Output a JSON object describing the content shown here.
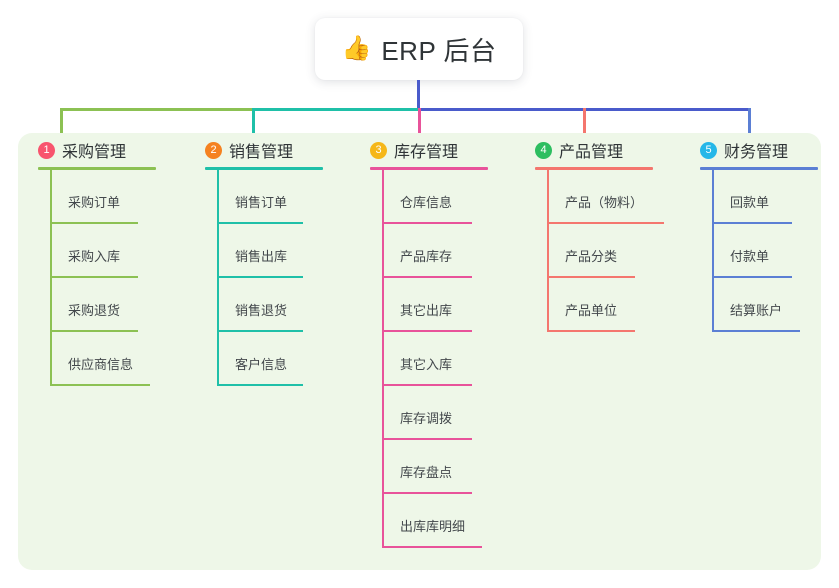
{
  "root": {
    "icon": "thumbs-up-icon",
    "emoji": "👍",
    "title": "ERP 后台"
  },
  "palette": {
    "panel_bg": "#eef7e8",
    "page_bg": "#ffffff",
    "text": "#2f3437",
    "leaf_text": "#43484c",
    "trunk_blue": "#4a5bcb",
    "branch_green": "#8cc153",
    "branch_teal": "#1abc9c",
    "branch_pink": "#e84b8a",
    "branch_red": "#f4766e",
    "branch_blue": "#5b7fd4"
  },
  "columns": [
    {
      "index": "1",
      "title": "采购管理",
      "badge_color": "#f8546e",
      "line_color": "#8cc153",
      "rule_width": 118,
      "items": [
        {
          "label": "采购订单",
          "rule_width": 86
        },
        {
          "label": "采购入库",
          "rule_width": 86
        },
        {
          "label": "采购退货",
          "rule_width": 86
        },
        {
          "label": "供应商信息",
          "rule_width": 98
        }
      ]
    },
    {
      "index": "2",
      "title": "销售管理",
      "badge_color": "#f58220",
      "line_color": "#1fc0a8",
      "rule_width": 118,
      "items": [
        {
          "label": "销售订单",
          "rule_width": 84
        },
        {
          "label": "销售出库",
          "rule_width": 84
        },
        {
          "label": "销售退货",
          "rule_width": 84
        },
        {
          "label": "客户信息",
          "rule_width": 84
        }
      ]
    },
    {
      "index": "3",
      "title": "库存管理",
      "badge_color": "#f5b719",
      "line_color": "#e8539a",
      "rule_width": 118,
      "items": [
        {
          "label": "仓库信息",
          "rule_width": 88
        },
        {
          "label": "产品库存",
          "rule_width": 88
        },
        {
          "label": "其它出库",
          "rule_width": 88
        },
        {
          "label": "其它入库",
          "rule_width": 88
        },
        {
          "label": "库存调拨",
          "rule_width": 88
        },
        {
          "label": "库存盘点",
          "rule_width": 88
        },
        {
          "label": "出库库明细",
          "rule_width": 98
        }
      ]
    },
    {
      "index": "4",
      "title": "产品管理",
      "badge_color": "#2dbe60",
      "line_color": "#f4766e",
      "rule_width": 118,
      "items": [
        {
          "label": "产品（物料）",
          "rule_width": 115
        },
        {
          "label": "产品分类",
          "rule_width": 86
        },
        {
          "label": "产品单位",
          "rule_width": 86
        }
      ]
    },
    {
      "index": "5",
      "title": "财务管理",
      "badge_color": "#25b7e8",
      "line_color": "#5b7fd4",
      "rule_width": 118,
      "items": [
        {
          "label": "回款单",
          "rule_width": 78
        },
        {
          "label": "付款单",
          "rule_width": 78
        },
        {
          "label": "结算账户",
          "rule_width": 86
        }
      ]
    }
  ]
}
